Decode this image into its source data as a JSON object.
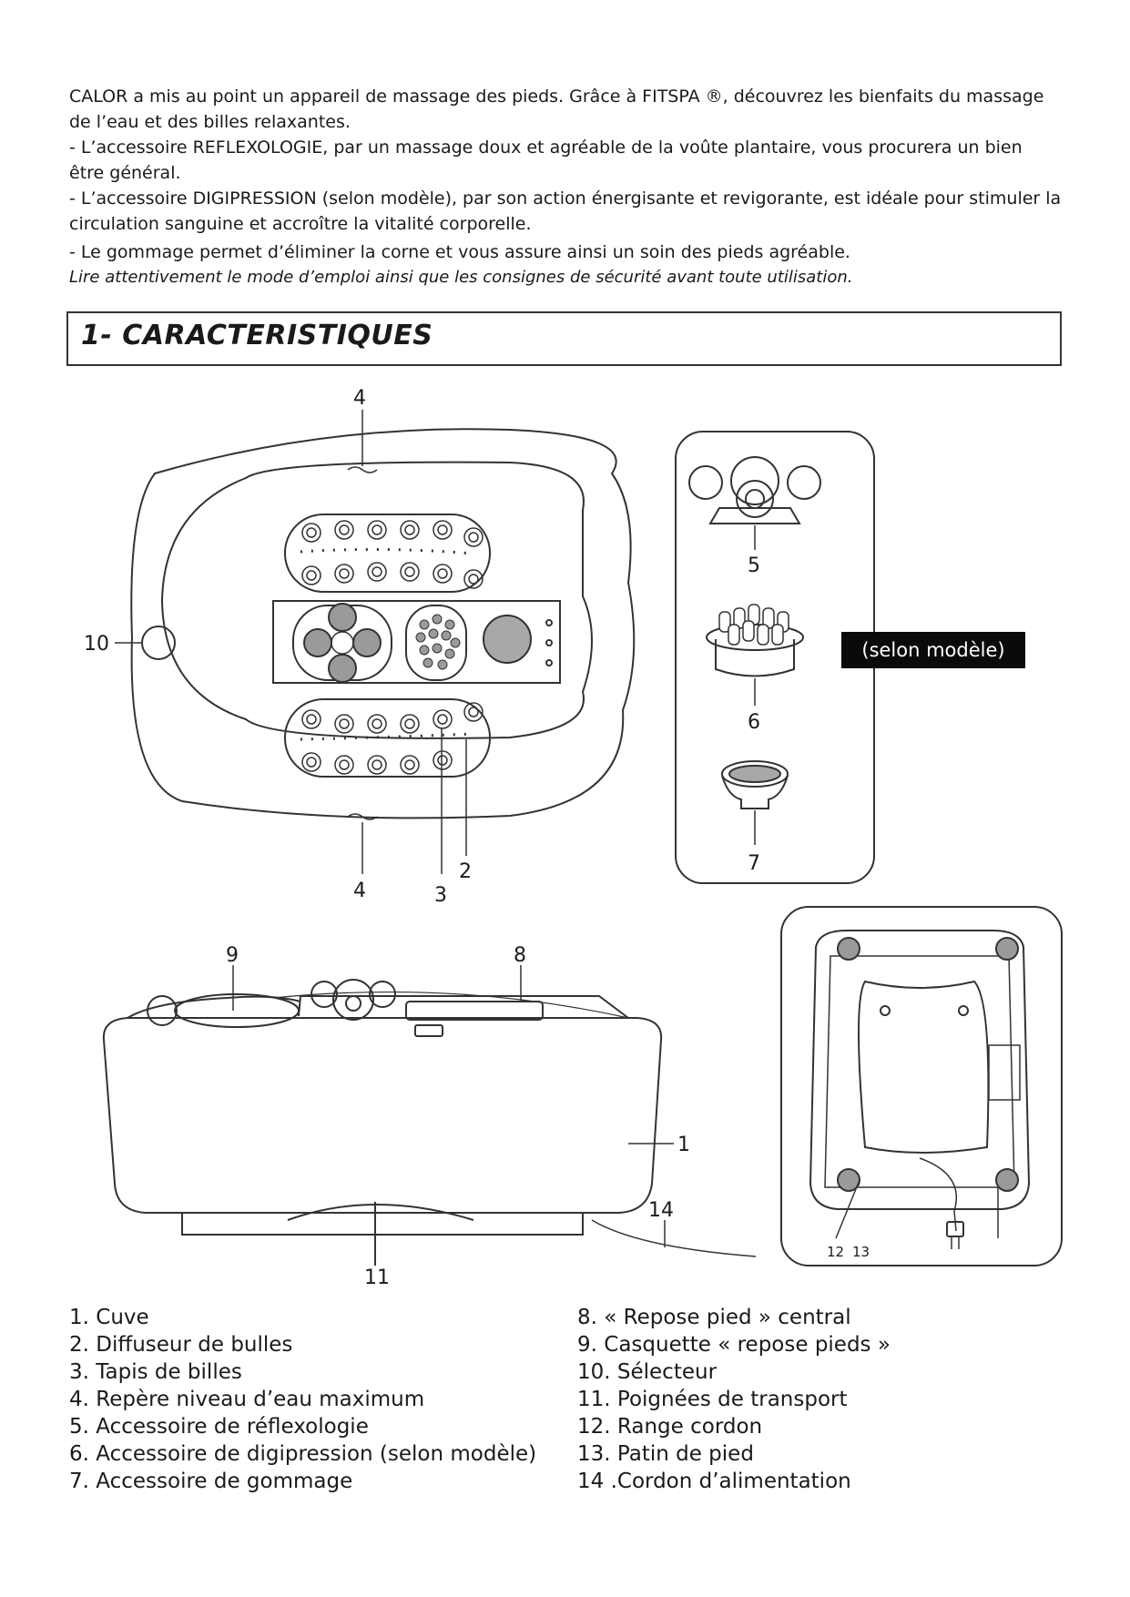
{
  "intro": {
    "p1": "CALOR a mis au point un appareil de massage des pieds. Grâce à FITSPA ®, découvrez les bienfaits du massage de l’eau et des billes relaxantes.",
    "p2": "- L’accessoire REFLEXOLOGIE, par un massage doux et agréable de la voûte plantaire, vous procurera un bien être général.",
    "p3": "- L’accessoire DIGIPRESSION (selon modèle), par son action énergisante et revigorante, est idéale pour stimuler la circulation sanguine et accroître la vitalité corporelle.",
    "p4": "- Le gommage permet d’éliminer la corne et vous assure ainsi un soin des pieds agréable.",
    "p5": "Lire attentivement le mode d’emploi ainsi que les consignes de sécurité avant toute utilisation."
  },
  "section": {
    "title": "1- CARACTERISTIQUES"
  },
  "figure": {
    "callouts": {
      "c4_top": "4",
      "c10": "10",
      "c5": "5",
      "c6": "6",
      "c7": "7",
      "c4_bottom": "4",
      "c3": "3",
      "c2": "2",
      "c9": "9",
      "c8": "8",
      "c1": "1",
      "c14": "14",
      "c11": "11",
      "c12": "12",
      "c13": "13"
    },
    "badge": "(selon modèle)"
  },
  "legend": {
    "left": [
      "1. Cuve",
      "2. Diffuseur de bulles",
      "3. Tapis de billes",
      "4. Repère niveau d’eau maximum",
      "5. Accessoire de réflexologie",
      "6. Accessoire de digipression (selon modèle)",
      "7. Accessoire de gommage"
    ],
    "right": [
      "8. « Repose pied » central",
      "9. Casquette « repose pieds »",
      "10. Sélecteur",
      "11. Poignées de transport",
      "12. Range cordon",
      "13. Patin de pied",
      "14 .Cordon d’alimentation"
    ]
  }
}
